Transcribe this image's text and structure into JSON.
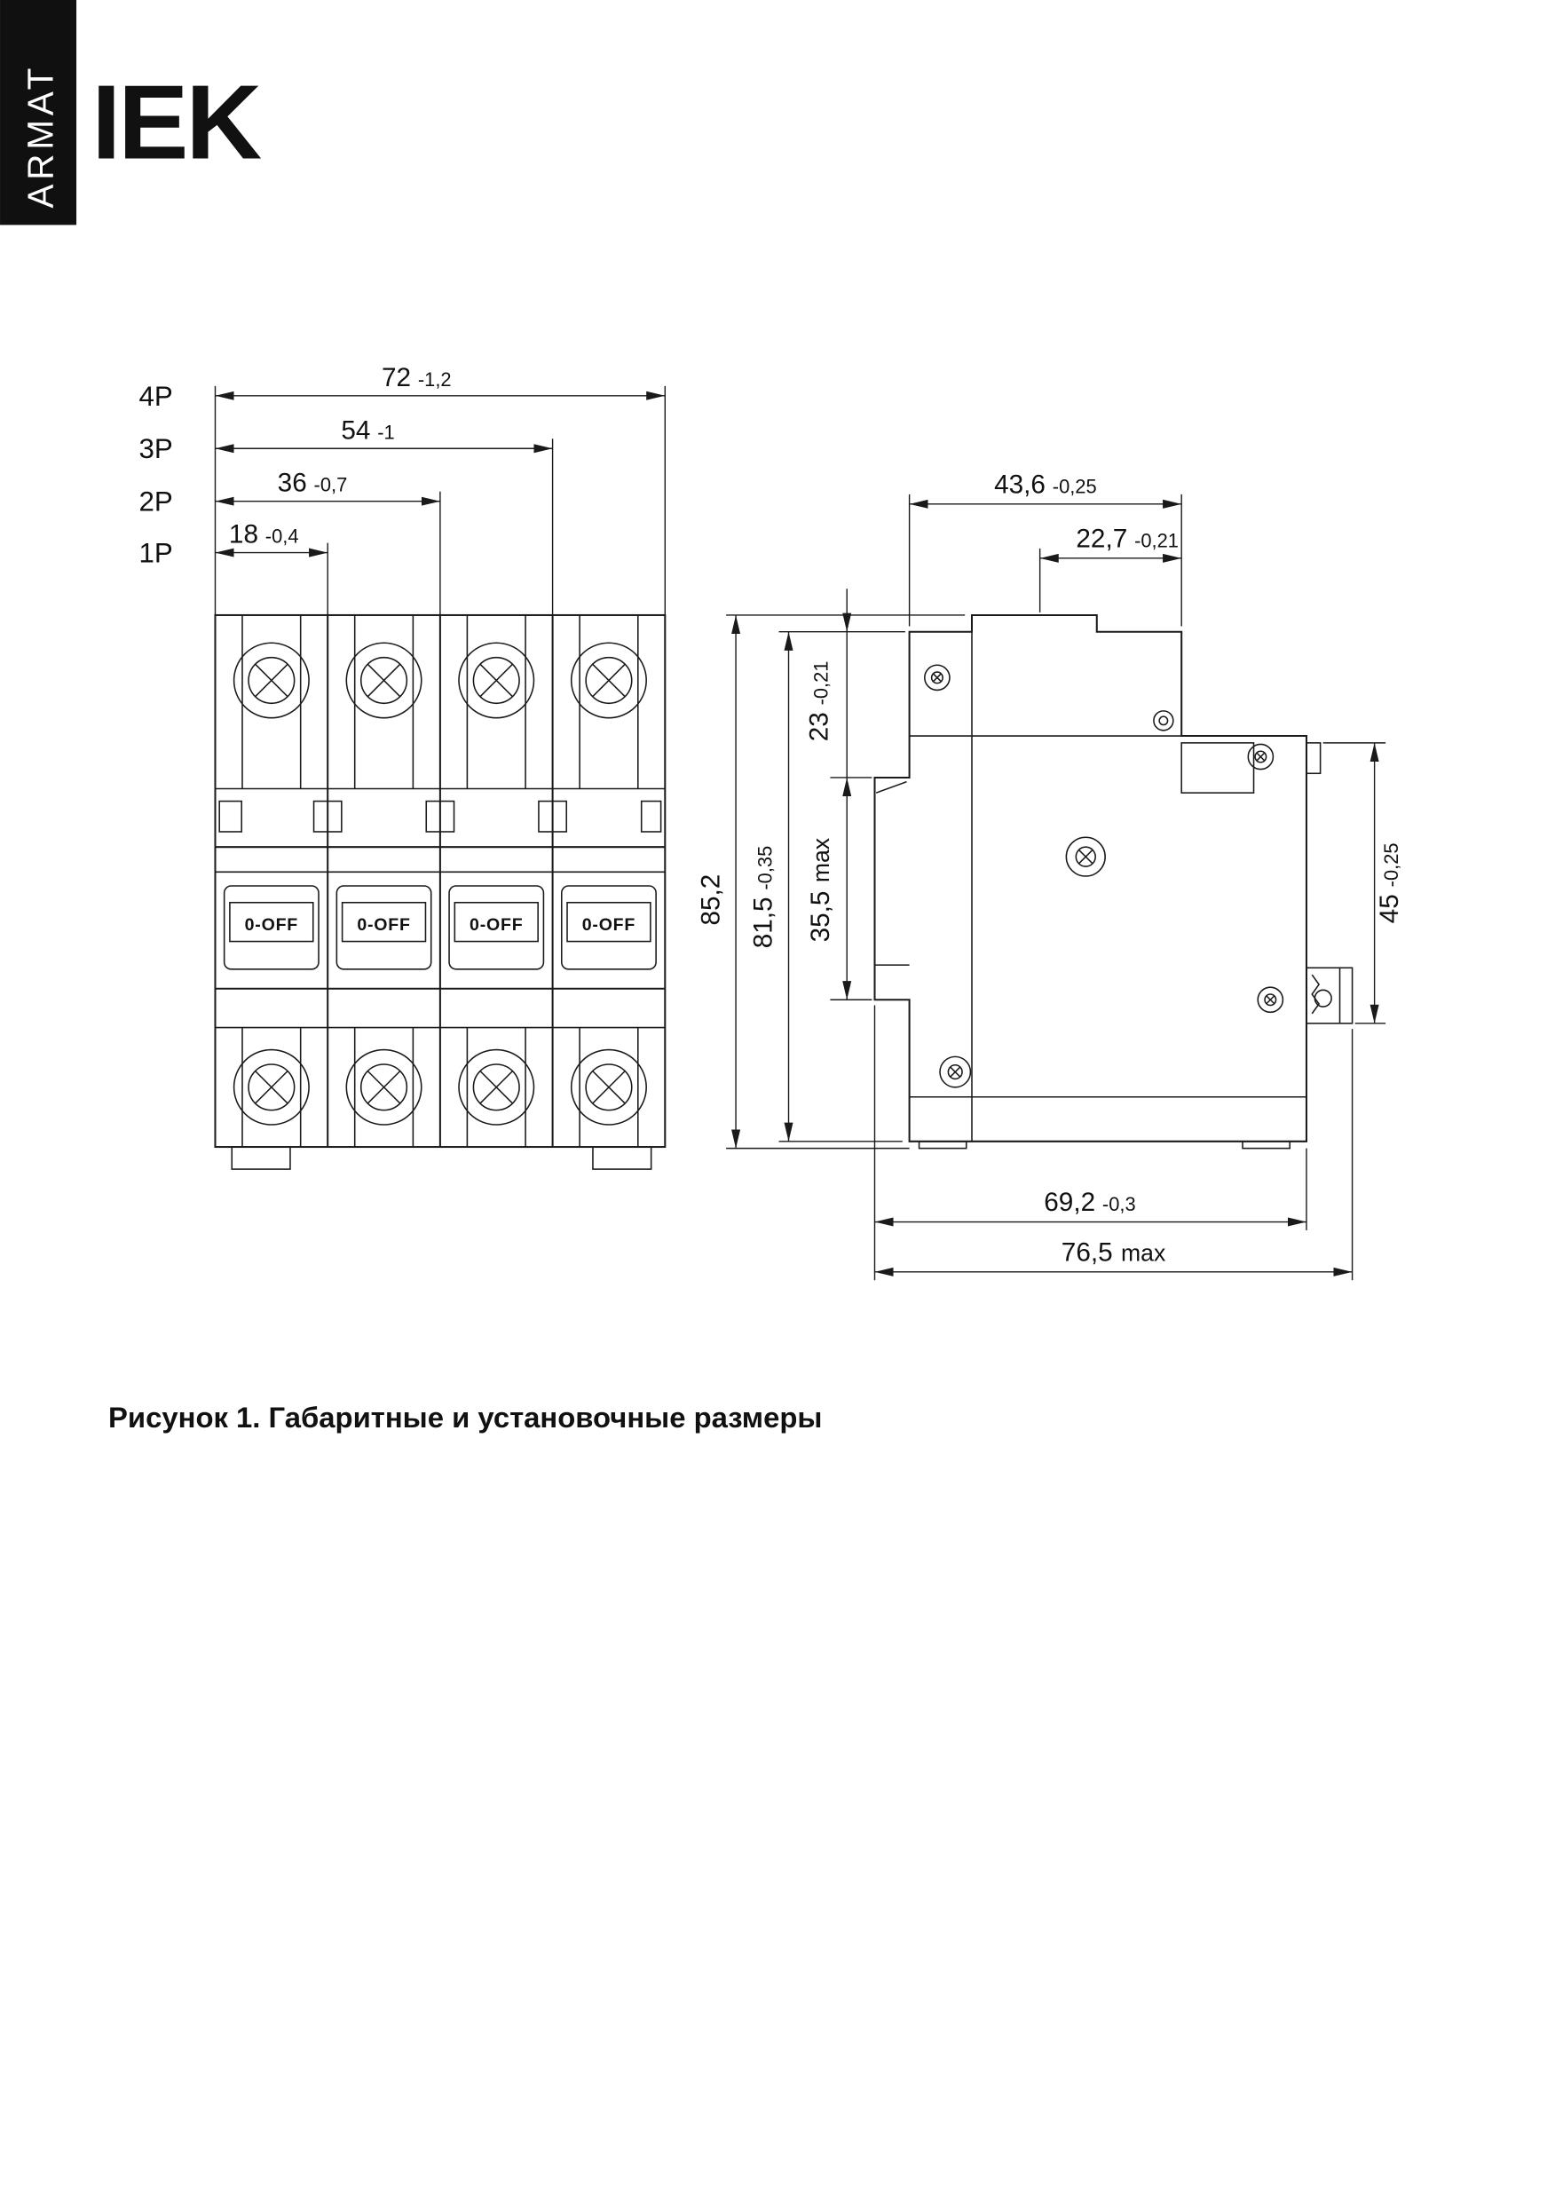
{
  "brand": {
    "series_label": "ARMAT",
    "logo_text": "IEK"
  },
  "front_view": {
    "pole_dims": [
      {
        "label": "4P",
        "value": "72",
        "tol": "-1,2"
      },
      {
        "label": "3P",
        "value": "54",
        "tol": "-1"
      },
      {
        "label": "2P",
        "value": "36",
        "tol": "-0,7"
      },
      {
        "label": "1P",
        "value": "18",
        "tol": "-0,4"
      }
    ],
    "toggle_label": "0-OFF"
  },
  "side_view": {
    "dims": {
      "top_width": {
        "value": "43,6",
        "tol": "-0,25"
      },
      "upper_width": {
        "value": "22,7",
        "tol": "-0,21"
      },
      "top_section_height": {
        "value": "23",
        "tol": "-0,21"
      },
      "front_protrusion_height": {
        "value": "35,5",
        "suffix": "max"
      },
      "body_height": {
        "value": "81,5",
        "tol": "-0,35"
      },
      "total_height": {
        "value": "85,2"
      },
      "panel_height": {
        "value": "45",
        "tol": "-0,25"
      },
      "body_depth": {
        "value": "69,2",
        "tol": "-0,3"
      },
      "total_depth": {
        "value": "76,5",
        "suffix": "max"
      }
    }
  },
  "caption": "Рисунок 1. Габаритные и установочные размеры"
}
